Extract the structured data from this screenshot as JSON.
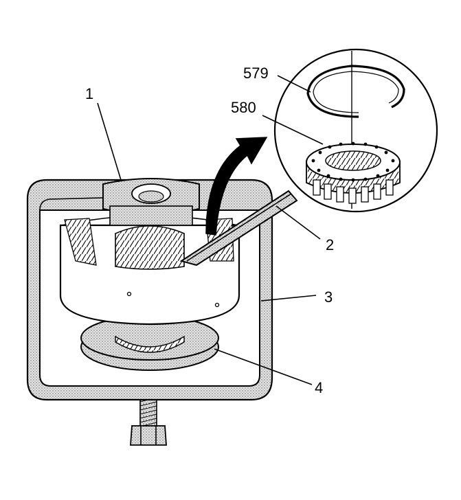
{
  "callouts": [
    {
      "id": "1",
      "text": "1"
    },
    {
      "id": "2",
      "text": "2"
    },
    {
      "id": "3",
      "text": "3"
    },
    {
      "id": "4",
      "text": "4"
    },
    {
      "id": "579",
      "text": "579"
    },
    {
      "id": "580",
      "text": "580"
    }
  ],
  "colors": {
    "line": "#000000",
    "fill_light": "#ffffff",
    "fill_stipple": "#c9c9c9"
  }
}
